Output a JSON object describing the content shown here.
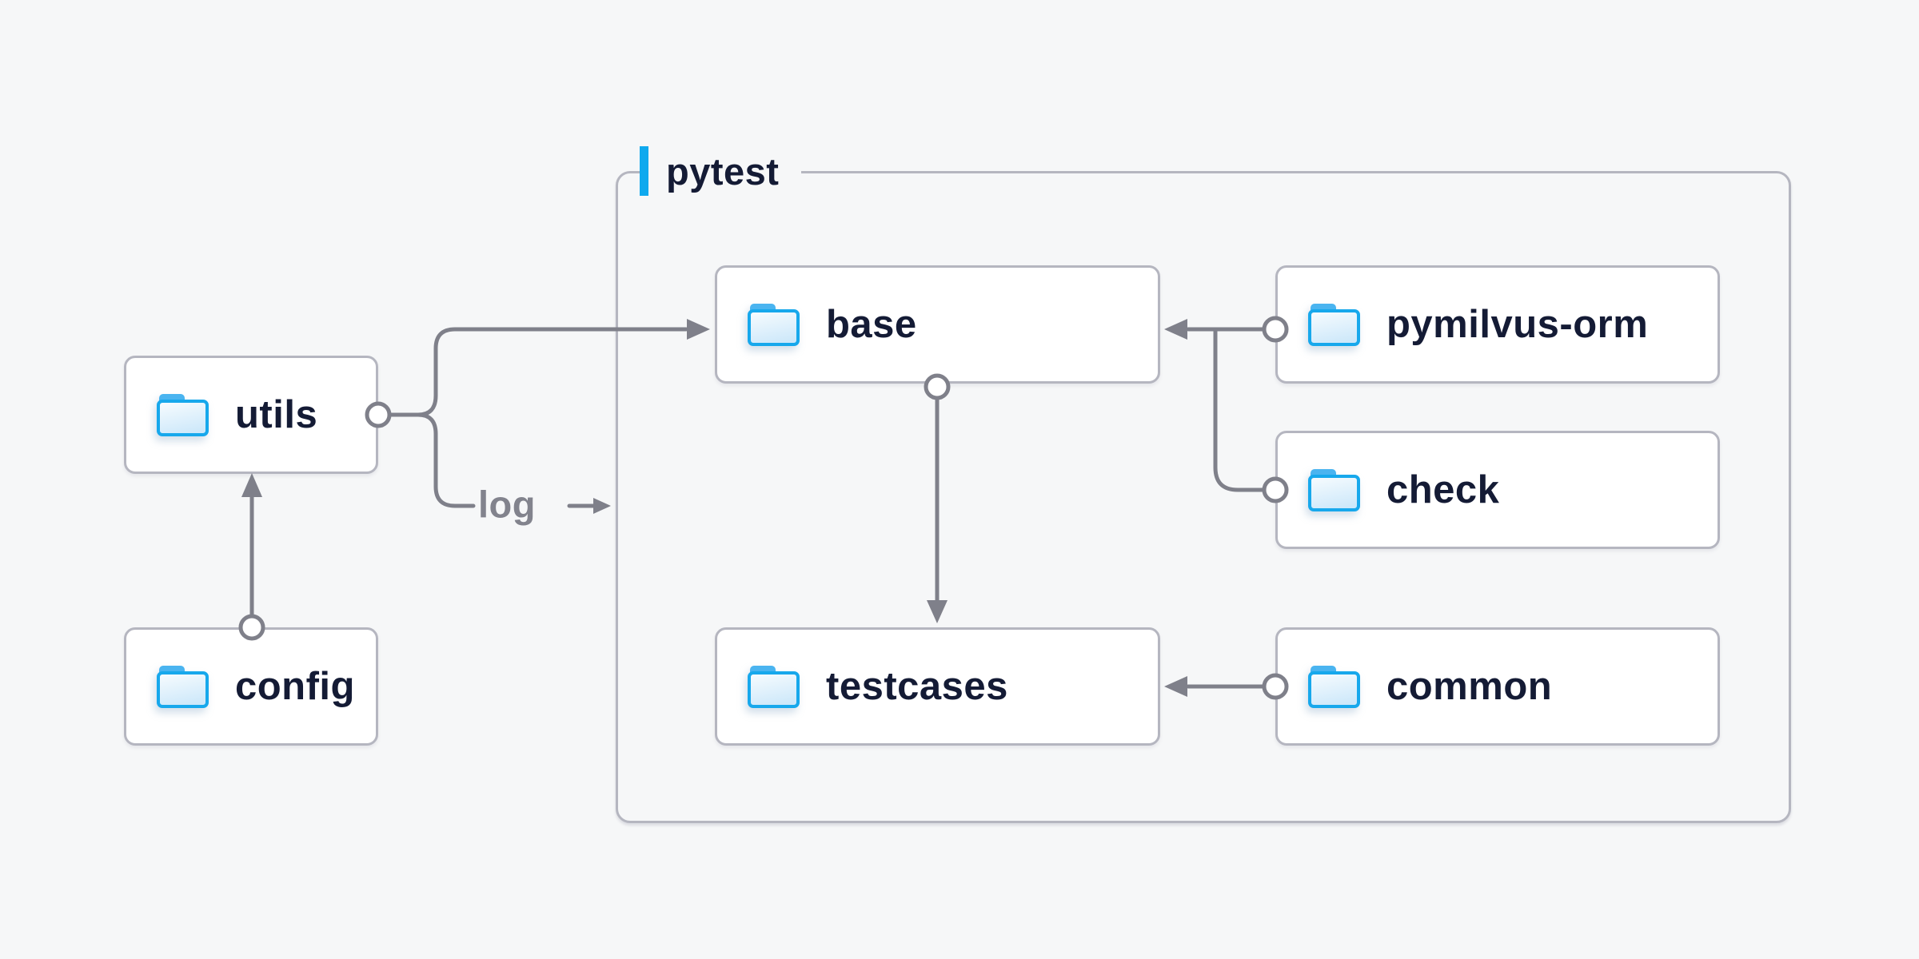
{
  "container": {
    "label": "pytest",
    "accent_color": "#0fa9ee"
  },
  "nodes": [
    {
      "id": "utils",
      "label": "utils"
    },
    {
      "id": "config",
      "label": "config"
    },
    {
      "id": "base",
      "label": "base"
    },
    {
      "id": "pymilvus-orm",
      "label": "pymilvus-orm"
    },
    {
      "id": "check",
      "label": "check"
    },
    {
      "id": "testcases",
      "label": "testcases"
    },
    {
      "id": "common",
      "label": "common"
    }
  ],
  "edges": [
    {
      "from": "config",
      "to": "utils"
    },
    {
      "from": "utils",
      "to": "base"
    },
    {
      "from": "utils",
      "to": "pytest",
      "label": "log"
    },
    {
      "from": "pymilvus-orm",
      "to": "base"
    },
    {
      "from": "check",
      "to": "base"
    },
    {
      "from": "base",
      "to": "testcases"
    },
    {
      "from": "common",
      "to": "testcases"
    }
  ],
  "icons": {
    "node_icon": "folder-icon"
  },
  "colors": {
    "background": "#f6f7f8",
    "node_fill": "#ffffff",
    "node_border": "#b5b6c0",
    "text": "#141b35",
    "line": "#7f808a",
    "edge_label": "#82838d",
    "accent": "#0fa9ee",
    "folder_border": "#17a8ec",
    "folder_tab": "#4ab4f0",
    "folder_fill": "#d9edfb"
  }
}
